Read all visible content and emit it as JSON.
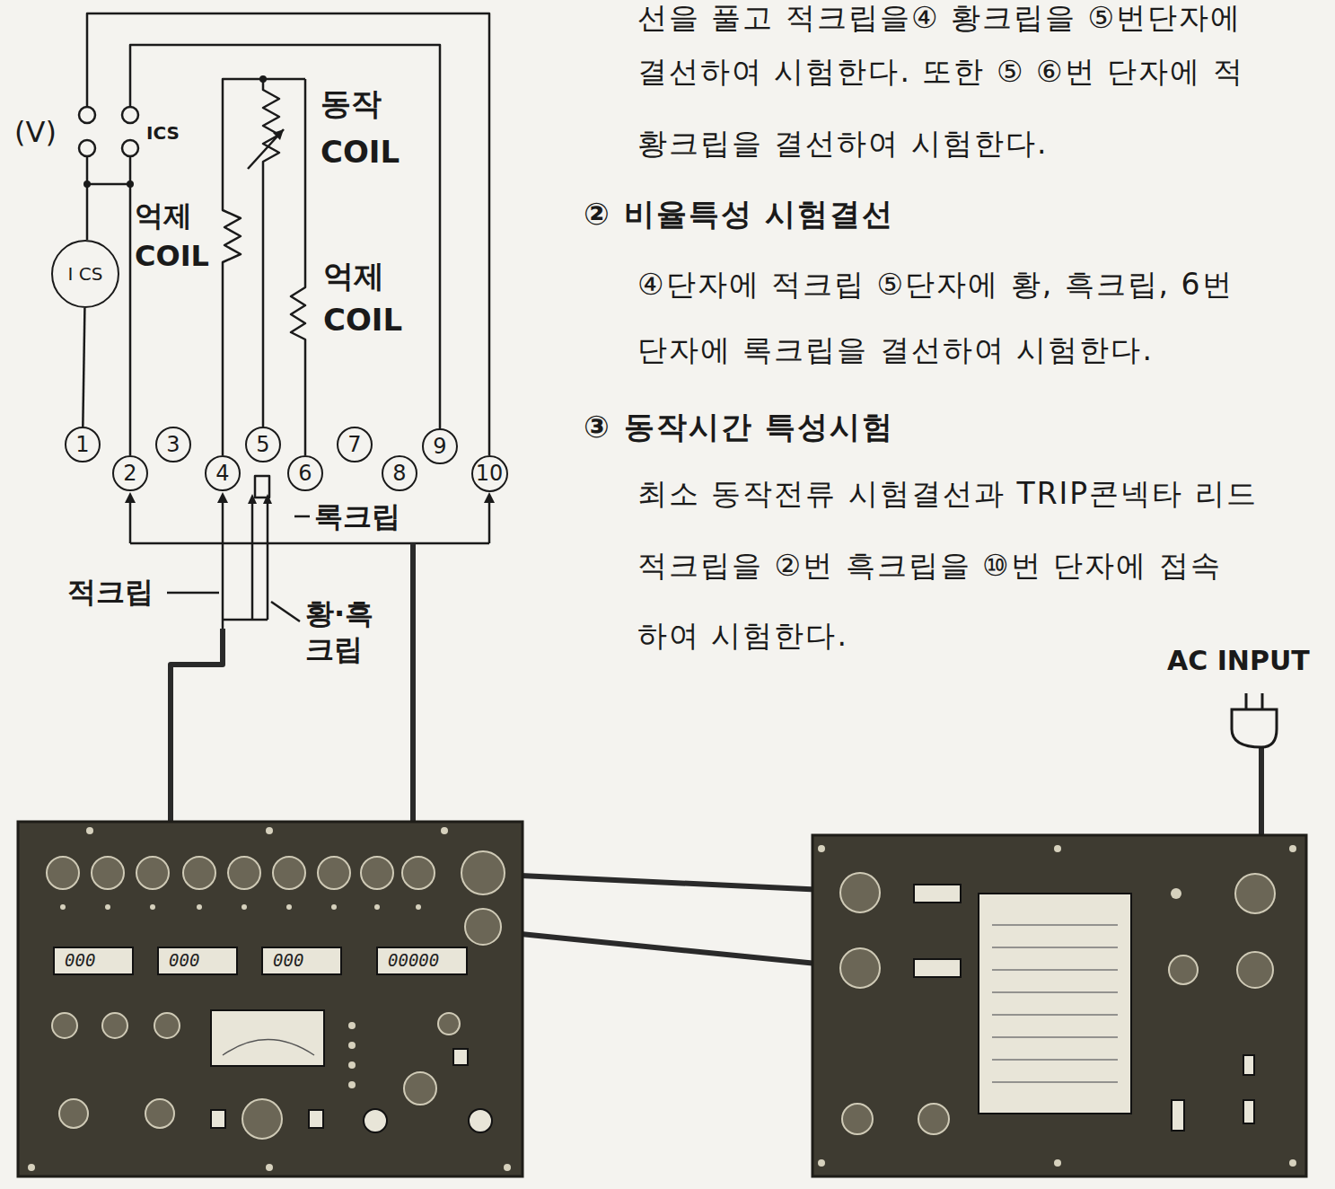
{
  "diagram": {
    "nodes": [
      {
        "text": [
          "I CS"
        ]
      },
      {
        "text": [
          "1"
        ]
      },
      {
        "text": [
          "2"
        ]
      },
      {
        "text": [
          "3"
        ]
      },
      {
        "text": [
          "4"
        ]
      },
      {
        "text": [
          "5"
        ]
      },
      {
        "text": [
          "6"
        ]
      },
      {
        "text": [
          "7"
        ]
      },
      {
        "text": [
          "8"
        ]
      },
      {
        "text": [
          "9"
        ]
      },
      {
        "text": [
          "10"
        ]
      }
    ],
    "edges": [
      {
        "from": 0,
        "to": 1,
        "arrow": "none"
      }
    ],
    "labels": [
      "선을 풀고 적크립을④ 황크립을 ⑤번단자에",
      "결선하여 시험한다. 또한 ⑤ ⑥번 단자에 적",
      "황크립을 결선하여 시험한다.",
      "② 비율특성 시험결선",
      "④단자에 적크립 ⑤단자에 황, 흑크립, 6번",
      "단자에 록크립을 결선하여 시험한다.",
      "③ 동작시간 특성시험",
      "최소 동작전류 시험결선과 TRIP콘넥타 리드",
      "적크립을 ②번 흑크립을 ⑩번 단자에 접속",
      "하여 시험한다.",
      "AC INPUT",
      "(V)",
      "ICS",
      "억제 COIL",
      "동작 COIL",
      "억제 COIL",
      "록크립",
      "적크립",
      "황·흑 크립",
      "000",
      "000",
      "000",
      "00000"
    ]
  }
}
